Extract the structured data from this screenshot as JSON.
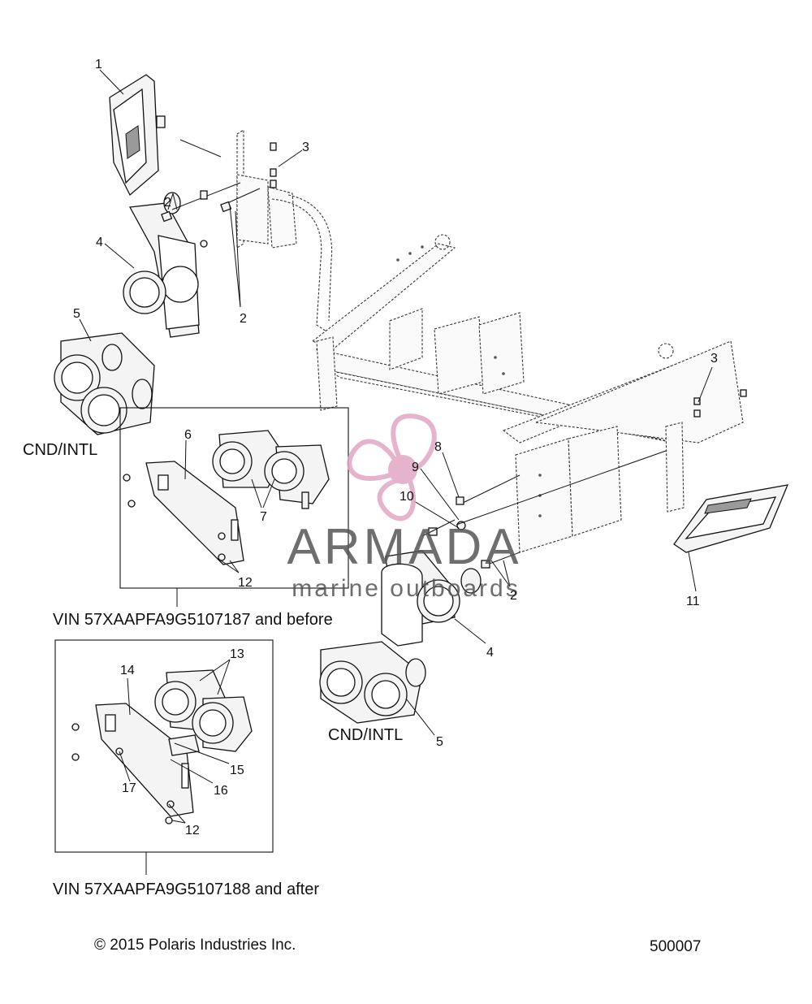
{
  "callouts": {
    "c1": "1",
    "c2a": "2",
    "c2b": "2",
    "c2c": "2",
    "c3a": "3",
    "c3b": "3",
    "c4a": "4",
    "c4b": "4",
    "c5a": "5",
    "c5b": "5",
    "c6": "6",
    "c7": "7",
    "c8": "8",
    "c9": "9",
    "c10": "10",
    "c11": "11",
    "c12a": "12",
    "c12b": "12",
    "c13": "13",
    "c14": "14",
    "c15": "15",
    "c16": "16",
    "c17": "17"
  },
  "captions": {
    "cnd_intl_left": "CND/INTL",
    "cnd_intl_right": "CND/INTL",
    "vin_before": "VIN 57XAAPFA9G5107187 and before",
    "vin_after": "VIN 57XAAPFA9G5107188 and after"
  },
  "watermark": {
    "brand": "ARMADA",
    "tagline": "marine outboards",
    "color": "#e2a6c4"
  },
  "footer": {
    "copyright": "© 2015 Polaris Industries Inc.",
    "diagram_number": "500007"
  }
}
